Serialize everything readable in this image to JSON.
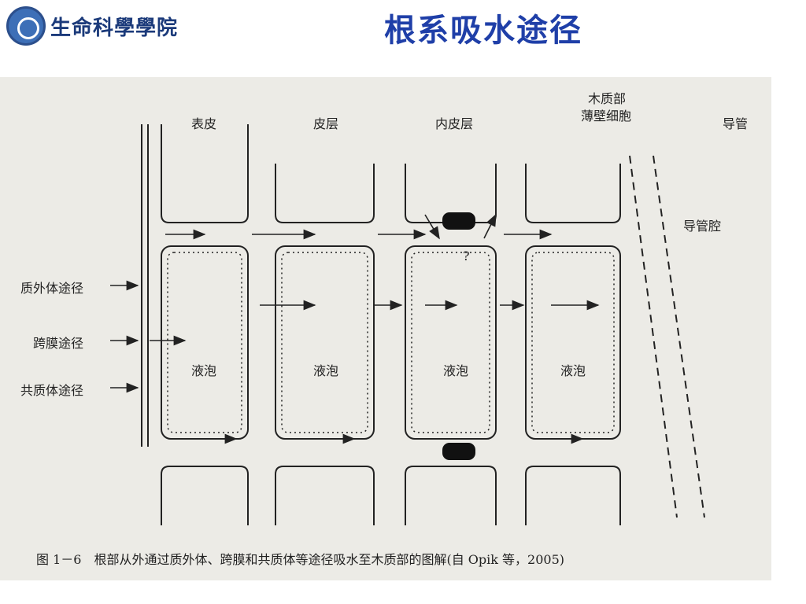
{
  "header": {
    "logo_text": "生命科學學院",
    "title": "根系吸水途径"
  },
  "diagram": {
    "top_labels": {
      "epidermis": "表皮",
      "cortex": "皮层",
      "endodermis": "内皮层",
      "xylem_line1": "木质部",
      "xylem_line2": "薄壁细胞",
      "vessel": "导管"
    },
    "vessel_lumen": "导管腔",
    "pathways": [
      "质外体途径",
      "跨膜途径",
      "共质体途径"
    ],
    "vacuole": "液泡",
    "question_mark": "?",
    "caption": "图 1－6　根部从外通过质外体、跨膜和共质体等途径吸水至木质部的图解(自 Opik 等，2005)"
  }
}
